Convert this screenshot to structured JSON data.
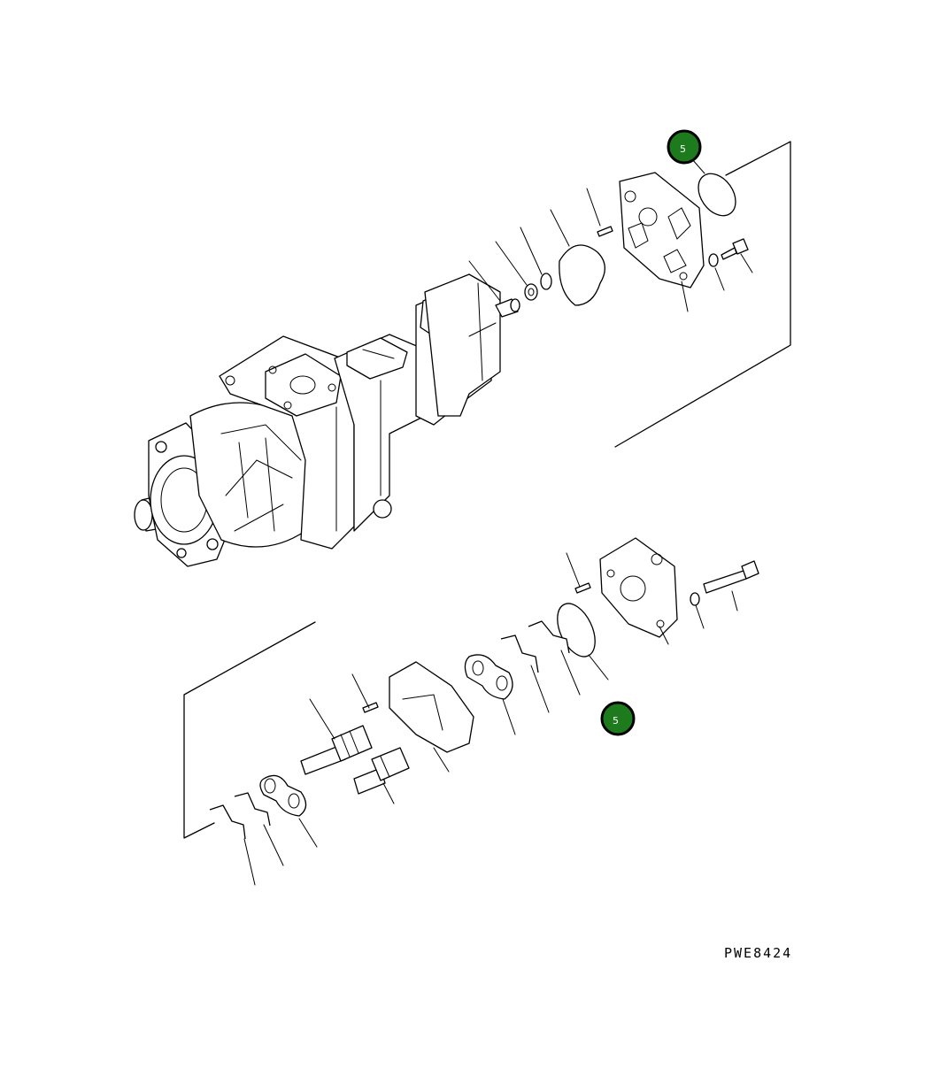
{
  "diagram": {
    "reference_code": "PWE8424",
    "callouts": [
      {
        "label": "5",
        "color": "#1d7a1d"
      },
      {
        "label": "5",
        "color": "#1d7a1d"
      }
    ]
  }
}
